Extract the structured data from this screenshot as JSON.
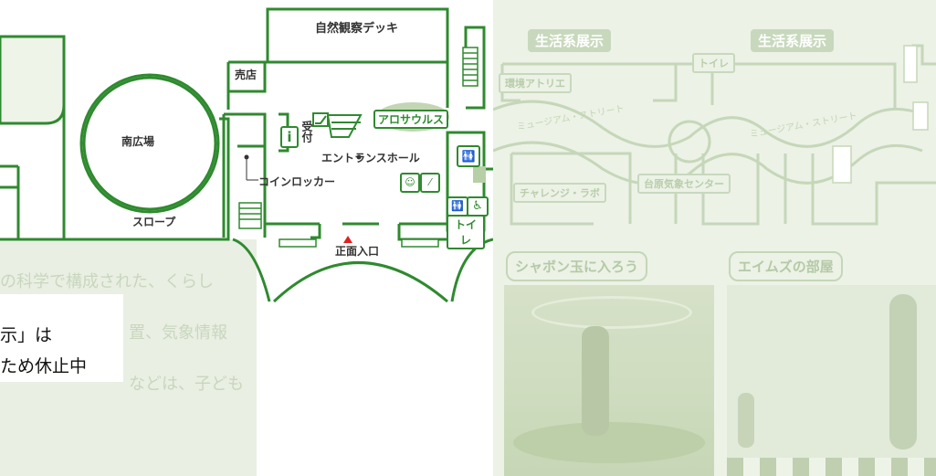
{
  "map": {
    "deck": "自然観察デッキ",
    "shop": "売店",
    "south_plaza": "南広場",
    "slope": "スロープ",
    "reception": "受付",
    "escalator_exhibit": "アロサウルス",
    "entrance_hall": "エントランスホール",
    "coin_locker": "コインロッカー",
    "toilet": "トイレ",
    "main_entrance": "正面入口",
    "line_color": "#2f8a2f",
    "accent": "#e02020"
  },
  "faded_floor": {
    "tag_left": "生活系展示",
    "tag_right": "生活系展示",
    "env_atelier": "環境アトリエ",
    "toilet": "トイレ",
    "museum_street_1": "ミュージアム・ストリート",
    "museum_street_2": "ミュージアム・ストリート",
    "challenge_lab": "チャレンジ・ラボ",
    "weather_center": "台原気象センター",
    "bubble": "シャボン玉に入ろう",
    "aimes_room": "エイムズの部屋"
  },
  "description": {
    "line1": "の科学で構成された、くらし",
    "line2": "置、気象情報",
    "line3": "などは、子ども"
  },
  "notice": {
    "line1": "示」は",
    "line2": "ため休止中"
  }
}
